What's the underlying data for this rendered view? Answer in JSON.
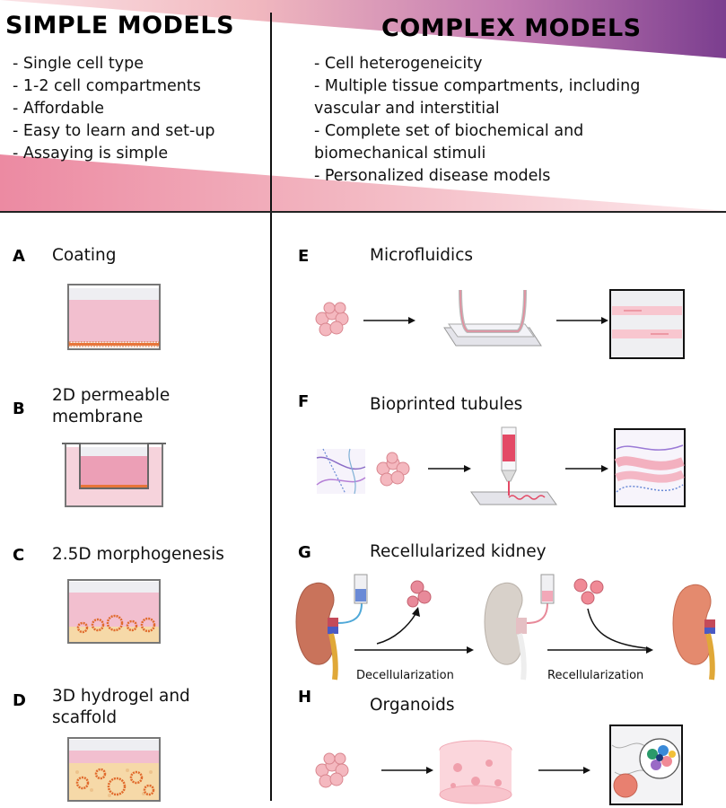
{
  "header": {
    "simple_title": "SIMPLE MODELS",
    "complex_title": "COMPLEX MODELS",
    "simple_bullets": [
      "- Single cell type",
      "- 1-2 cell compartments",
      "- Affordable",
      "- Easy to learn and set-up",
      "- Assaying is simple"
    ],
    "complex_bullets": [
      "- Cell heterogeneicity",
      "- Multiple tissue compartments, including",
      "vascular and interstitial",
      "- Complete set of biochemical and",
      "biomechanical stimuli",
      "- Personalized disease models"
    ]
  },
  "panels": {
    "A": {
      "letter": "A",
      "title_lines": [
        "Coating"
      ]
    },
    "B": {
      "letter": "B",
      "title_lines": [
        "2D permeable",
        "membrane"
      ]
    },
    "C": {
      "letter": "C",
      "title_lines": [
        "2.5D morphogenesis"
      ]
    },
    "D": {
      "letter": "D",
      "title_lines": [
        "3D hydrogel and",
        "scaffold"
      ]
    },
    "E": {
      "letter": "E",
      "title_lines": [
        "Microfluidics"
      ]
    },
    "F": {
      "letter": "F",
      "title_lines": [
        "Bioprinted tubules"
      ]
    },
    "G": {
      "letter": "G",
      "title_lines": [
        "Recellularized kidney"
      ],
      "step1": "Decellularization",
      "step2": "Recellularization"
    },
    "H": {
      "letter": "H",
      "title_lines": [
        "Organoids"
      ]
    }
  },
  "colors": {
    "pink_medium": "#f0b6c6",
    "pink_light": "#f6d3dc",
    "purple": "#8a4b9a",
    "gradient_pink": "#ef8da4",
    "orange_cells": "#e8753a",
    "gel": "#f6d9a8",
    "kidney": "#c9735b"
  }
}
